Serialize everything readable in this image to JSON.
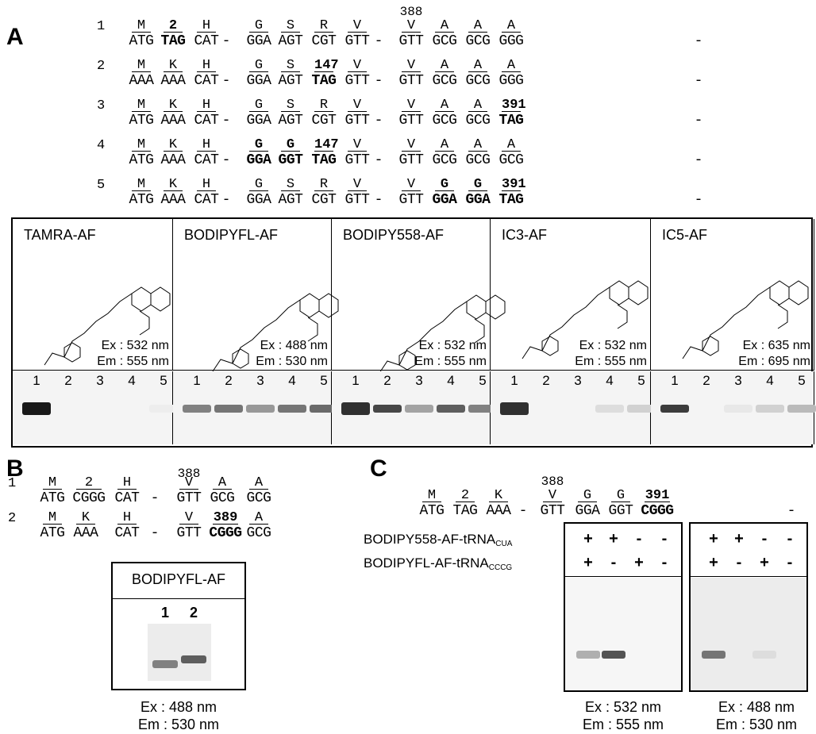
{
  "panels": {
    "a": "A",
    "b": "B",
    "c": "C"
  },
  "panel_a": {
    "rows": [
      {
        "num": "1",
        "codons": [
          [
            "M",
            "ATG"
          ],
          [
            "2",
            "TAG"
          ],
          [
            "H",
            "CAT"
          ],
          [
            "G",
            "GGA"
          ],
          [
            "S",
            "AGT"
          ],
          [
            "R",
            "CGT"
          ],
          [
            "V",
            "GTT"
          ],
          [
            "V",
            "GTT"
          ],
          [
            "A",
            "GCG"
          ],
          [
            "A",
            "GCG"
          ],
          [
            "A",
            "GGG"
          ]
        ],
        "bold": [
          1
        ],
        "pos_label": "388"
      },
      {
        "num": "2",
        "codons": [
          [
            "M",
            "AAA"
          ],
          [
            "K",
            "AAA"
          ],
          [
            "H",
            "CAT"
          ],
          [
            "G",
            "GGA"
          ],
          [
            "S",
            "AGT"
          ],
          [
            "147",
            "TAG"
          ],
          [
            "V",
            "GTT"
          ],
          [
            "V",
            "GTT"
          ],
          [
            "A",
            "GCG"
          ],
          [
            "A",
            "GCG"
          ],
          [
            "A",
            "GGG"
          ]
        ],
        "bold": [
          5
        ]
      },
      {
        "num": "3",
        "codons": [
          [
            "M",
            "ATG"
          ],
          [
            "K",
            "AAA"
          ],
          [
            "H",
            "CAT"
          ],
          [
            "G",
            "GGA"
          ],
          [
            "S",
            "AGT"
          ],
          [
            "R",
            "CGT"
          ],
          [
            "V",
            "GTT"
          ],
          [
            "V",
            "GTT"
          ],
          [
            "A",
            "GCG"
          ],
          [
            "A",
            "GCG"
          ],
          [
            "391",
            "TAG"
          ]
        ],
        "bold": [
          10
        ]
      },
      {
        "num": "4",
        "codons": [
          [
            "M",
            "ATG"
          ],
          [
            "K",
            "AAA"
          ],
          [
            "H",
            "CAT"
          ],
          [
            "G",
            "GGA"
          ],
          [
            "G",
            "GGT"
          ],
          [
            "147",
            "TAG"
          ],
          [
            "V",
            "GTT"
          ],
          [
            "V",
            "GTT"
          ],
          [
            "A",
            "GCG"
          ],
          [
            "A",
            "GCG"
          ],
          [
            "A",
            "GCG"
          ]
        ],
        "bold": [
          3,
          4,
          5
        ]
      },
      {
        "num": "5",
        "codons": [
          [
            "M",
            "ATG"
          ],
          [
            "K",
            "AAA"
          ],
          [
            "H",
            "CAT"
          ],
          [
            "G",
            "GGA"
          ],
          [
            "S",
            "AGT"
          ],
          [
            "R",
            "CGT"
          ],
          [
            "V",
            "GTT"
          ],
          [
            "V",
            "GTT"
          ],
          [
            "G",
            "GGA"
          ],
          [
            "G",
            "GGA"
          ],
          [
            "391",
            "TAG"
          ]
        ],
        "bold": [
          8,
          9,
          10
        ]
      }
    ],
    "dash": "-",
    "dyes": [
      {
        "name": "TAMRA-AF",
        "ex": "Ex : 532 nm",
        "em": "Em : 555 nm"
      },
      {
        "name": "BODIPYFL-AF",
        "ex": "Ex : 488 nm",
        "em": "Em : 530 nm"
      },
      {
        "name": "BODIPY558-AF",
        "ex": "Ex : 532 nm",
        "em": "Em : 555 nm"
      },
      {
        "name": "IC3-AF",
        "ex": "Ex : 532 nm",
        "em": "Em : 555 nm"
      },
      {
        "name": "IC5-AF",
        "ex": "Ex : 635 nm",
        "em": "Em : 695 nm"
      }
    ],
    "lanes": [
      "1",
      "2",
      "3",
      "4",
      "5"
    ],
    "band_intensity": [
      [
        1.0,
        0.0,
        0.0,
        0.0,
        0.08
      ],
      [
        0.55,
        0.6,
        0.45,
        0.6,
        0.65
      ],
      [
        0.9,
        0.8,
        0.4,
        0.7,
        0.55
      ],
      [
        0.9,
        0.0,
        0.0,
        0.15,
        0.2
      ],
      [
        0.85,
        0.0,
        0.1,
        0.2,
        0.3
      ]
    ]
  },
  "panel_b": {
    "rows": [
      {
        "num": "1",
        "codons": [
          [
            "M",
            "ATG"
          ],
          [
            "2",
            "CGGG"
          ],
          [
            "H",
            "CAT"
          ],
          [
            "V",
            "GTT"
          ],
          [
            "A",
            "GCG"
          ],
          [
            "A",
            "GCG"
          ]
        ],
        "pos_label": "388",
        "bold": []
      },
      {
        "num": "2",
        "codons": [
          [
            "M",
            "ATG"
          ],
          [
            "K",
            "AAA"
          ],
          [
            "H",
            "CAT"
          ],
          [
            "V",
            "GTT"
          ],
          [
            "389",
            "CGGG"
          ],
          [
            "A",
            "GCG"
          ]
        ],
        "bold": [
          4
        ]
      }
    ],
    "dye": "BODIPYFL-AF",
    "lanes": [
      "1",
      "2"
    ],
    "band_intensity": [
      0.55,
      0.7
    ],
    "ex": "Ex : 488 nm",
    "em": "Em : 530 nm"
  },
  "panel_c": {
    "codons": [
      [
        "M",
        "ATG"
      ],
      [
        "2",
        "TAG"
      ],
      [
        "K",
        "AAA"
      ],
      [
        "V",
        "GTT"
      ],
      [
        "G",
        "GGA"
      ],
      [
        "G",
        "GGT"
      ],
      [
        "391",
        "CGGG"
      ]
    ],
    "pos_label": "388",
    "label1_main": "BODIPY558-AF-tRNA",
    "label1_sub": "CUA",
    "label2_main": "BODIPYFL-AF-tRNA",
    "label2_sub": "CCCG",
    "signs1": [
      "+",
      "+",
      "-",
      "-"
    ],
    "signs2": [
      "+",
      "-",
      "+",
      "-"
    ],
    "gel1_intensity": [
      0.35,
      0.75,
      0.0,
      0.0
    ],
    "gel2_intensity": [
      0.6,
      0.0,
      0.15,
      0.0
    ],
    "cap1_ex": "Ex : 532 nm",
    "cap1_em": "Em : 555 nm",
    "cap2_ex": "Ex : 488 nm",
    "cap2_em": "Em : 530 nm"
  }
}
